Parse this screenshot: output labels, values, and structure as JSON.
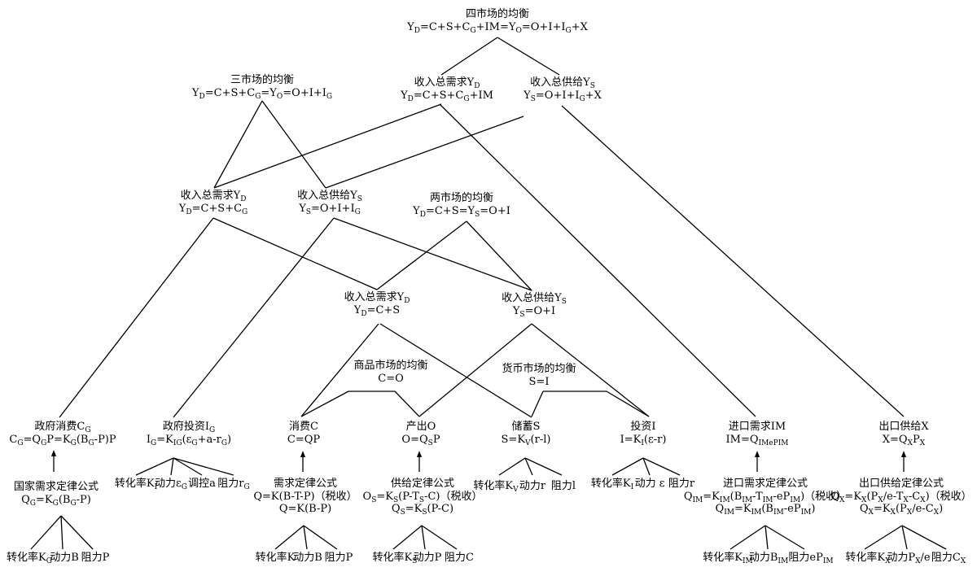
{
  "colors": {
    "ink": "#000000",
    "background": "#ffffff"
  },
  "n": {
    "four_eq": {
      "title": "四市场的均衡",
      "formula": "Y_D=C+S+C_G+IM=Y_O=O+I+I_G+X"
    },
    "three_eq": {
      "title": "三市场的均衡",
      "formula": "Y_D=C+S+C_G=Y_O=O+I+I_G"
    },
    "l1_demand": {
      "title": "收入总需求Y_D",
      "formula": "Y_D=C+S+C_G+IM"
    },
    "l1_supply": {
      "title": "收入总供给Y_S",
      "formula": "Y_S=O+I+I_G+X"
    },
    "l2_demand": {
      "title": "收入总需求Y_D",
      "formula": "Y_D=C+S+C_G"
    },
    "l2_supply": {
      "title": "收入总供给Y_S",
      "formula": "Y_S=O+I+I_G"
    },
    "two_eq": {
      "title": "两市场的均衡",
      "formula": "Y_D=C+S=Y_S=O+I"
    },
    "l3_demand": {
      "title": "收入总需求Y_D",
      "formula": "Y_D=C+S"
    },
    "l3_supply": {
      "title": "收入总供给Y_S",
      "formula": "Y_S=O+I"
    },
    "goods_eq": {
      "title": "商品市场的均衡",
      "formula": "C=O"
    },
    "money_eq": {
      "title": "货币市场的均衡",
      "formula": "S=I"
    },
    "gov_cons": {
      "title": "政府消费C_G",
      "formula": "C_G=Q_GP=K_G(B_G-P)P"
    },
    "gov_inv": {
      "title": "政府投资I_G",
      "formula": "I_G=K_IG(ε_G+a-r_G)"
    },
    "cons": {
      "title": "消费C",
      "formula": "C=QP"
    },
    "output": {
      "title": "产出O",
      "formula": "O=Q_SP"
    },
    "saving": {
      "title": "储蓄S",
      "formula": "S=K_V(r-l)"
    },
    "invest": {
      "title": "投资I",
      "formula": "I=K_I(ε-r)"
    },
    "imports": {
      "title": "进口需求IM",
      "formula": "IM=Q_IMeP_IM"
    },
    "exports": {
      "title": "出口供给X",
      "formula": "X=Q_XP_X"
    },
    "gov_law": {
      "title": "国家需求定律公式",
      "formula": "Q_G=K_G(B_G-P)"
    },
    "dem_law": {
      "title": "需求定律公式",
      "formula": "Q=K(B-T-P)（税收）",
      "formula2": "Q=K(B-P)"
    },
    "sup_law": {
      "title": "供给定律公式",
      "formula": "O_S=K_S(P-T_S-C)（税收）",
      "formula2": "Q_S=K_S(P-C)"
    },
    "imp_law": {
      "title": "进口需求定律公式",
      "formula": "Q_IM=K_IM(B_IM-T_IM-eP_IM)（税收）",
      "formula2": "Q_IM=K_IM(B_IM-eP_IM)"
    },
    "exp_law": {
      "title": "出口供给定律公式",
      "formula": "Q_X=K_X(P_X/e-T_X-C_X)（税收）",
      "formula2": "Q_X=K_X(P_X/e-C_X)"
    },
    "gl_k": {
      "title": "转化率K_G"
    },
    "gl_b": {
      "title": "动力B"
    },
    "gl_p": {
      "title": "阻力P"
    },
    "gi_k": {
      "title": "转化率K_I"
    },
    "gi_e": {
      "title": "动力ε_G"
    },
    "gi_a": {
      "title": "调控a"
    },
    "gi_r": {
      "title": "阻力r_G"
    },
    "dl_k": {
      "title": "转化率K"
    },
    "dl_b": {
      "title": "动力B"
    },
    "dl_p": {
      "title": "阻力P"
    },
    "sl_k": {
      "title": "转化率K_S"
    },
    "sl_p": {
      "title": "动力P"
    },
    "sl_c": {
      "title": "阻力C"
    },
    "sv_k": {
      "title": "转化率K_V"
    },
    "sv_r": {
      "title": "动力r"
    },
    "sv_l": {
      "title": "阻力l"
    },
    "iv_k": {
      "title": "转化率K_I"
    },
    "iv_e": {
      "title": "动力 ε"
    },
    "iv_r": {
      "title": "阻力r"
    },
    "im_k": {
      "title": "转化率K_IM"
    },
    "im_b": {
      "title": "动力B_IM"
    },
    "im_p": {
      "title": "阻力eP_IM"
    },
    "ex_k": {
      "title": "转化率K_X"
    },
    "ex_p": {
      "title": "动力P_X/e"
    },
    "ex_c": {
      "title": "阻力C_X"
    }
  }
}
